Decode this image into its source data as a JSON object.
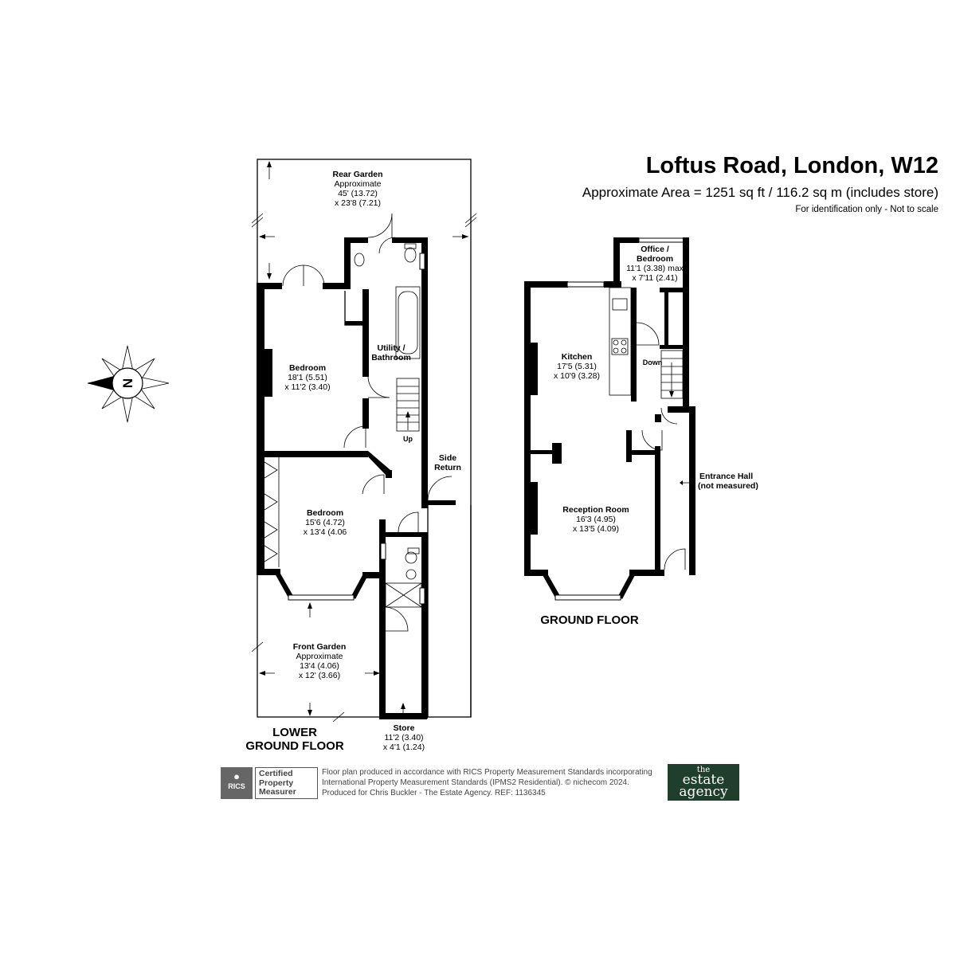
{
  "header": {
    "title": "Loftus Road, London, W12",
    "area": "Approximate Area = 1251 sq ft / 116.2 sq m (includes store)",
    "note": "For identification only - Not to scale"
  },
  "compass": {
    "letter": "N"
  },
  "lower_ground": {
    "floor_label_1": "LOWER",
    "floor_label_2": "GROUND FLOOR",
    "rear_garden": {
      "name": "Rear Garden",
      "l1": "Approximate",
      "l2": "45' (13.72)",
      "l3": "x 23'8 (7.21)"
    },
    "bedroom1": {
      "name": "Bedroom",
      "l1": "18'1 (5.51)",
      "l2": "x 11'2 (3.40)"
    },
    "utility": {
      "name1": "Utility /",
      "name2": "Bathroom"
    },
    "up": "Up",
    "side_return": {
      "name1": "Side",
      "name2": "Return"
    },
    "bedroom2": {
      "name": "Bedroom",
      "l1": "15'6 (4.72)",
      "l2": "x 13'4 (4.06"
    },
    "front_garden": {
      "name": "Front Garden",
      "l1": "Approximate",
      "l2": "13'4 (4.06)",
      "l3": "x 12' (3.66)"
    },
    "store": {
      "name": "Store",
      "l1": "11'2 (3.40)",
      "l2": "x 4'1 (1.24)"
    }
  },
  "ground": {
    "floor_label": "GROUND FLOOR",
    "office": {
      "name1": "Office /",
      "name2": "Bedroom",
      "l1": "11'1 (3.38) max",
      "l2": "x 7'11 (2.41)"
    },
    "kitchen": {
      "name": "Kitchen",
      "l1": "17'5 (5.31)",
      "l2": "x 10'9 (3.28)"
    },
    "down": "Down",
    "entrance": {
      "name1": "Entrance Hall",
      "name2": "(not measured)"
    },
    "reception": {
      "name": "Reception Room",
      "l1": "16'3 (4.95)",
      "l2": "x 13'5 (4.09)"
    }
  },
  "footer": {
    "line1": "Floor plan produced in accordance with RICS Property Measurement Standards incorporating",
    "line2": "International Property Measurement Standards (IPMS2 Residential).  © nichecom 2024.",
    "line3": "Produced for Chris Buckler - The Estate Agency.   REF:  1136345",
    "rics_logo": "RICS",
    "rics_1": "Certified",
    "rics_2": "Property",
    "rics_3": "Measurer",
    "agency_1": "the",
    "agency_2": "estate",
    "agency_3": "agency"
  }
}
